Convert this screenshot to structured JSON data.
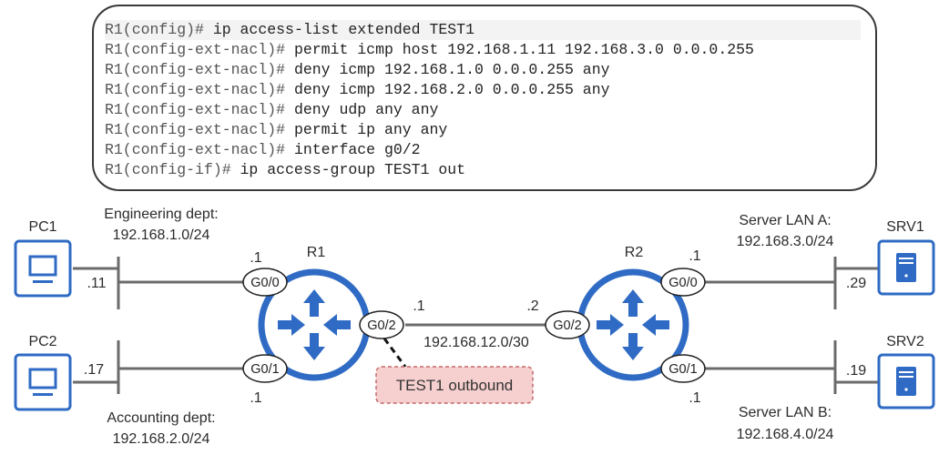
{
  "cli": {
    "lines": [
      {
        "prompt": "R1(config)#",
        "command": " ip access-list extended TEST1"
      },
      {
        "prompt": "R1(config-ext-nacl)#",
        "command": " permit icmp host 192.168.1.11 192.168.3.0 0.0.0.255"
      },
      {
        "prompt": "R1(config-ext-nacl)#",
        "command": " deny icmp 192.168.1.0 0.0.0.255 any"
      },
      {
        "prompt": "R1(config-ext-nacl)#",
        "command": " deny icmp 192.168.2.0 0.0.0.255 any"
      },
      {
        "prompt": "R1(config-ext-nacl)#",
        "command": " deny udp any any"
      },
      {
        "prompt": "R1(config-ext-nacl)#",
        "command": " permit ip any any"
      },
      {
        "prompt": "R1(config-ext-nacl)#",
        "command": " interface g0/2"
      },
      {
        "prompt": "R1(config-if)#",
        "command": " ip access-group TEST1 out"
      }
    ]
  },
  "colors": {
    "device_blue": "#2f6bc4",
    "line_gray": "#6b6b6b",
    "acl_fill": "#f6cfcf",
    "acl_border": "#c46a6a"
  },
  "hosts": {
    "pc1": {
      "name": "PC1",
      "host_ip": ".11",
      "icon": "pc-monitor-icon"
    },
    "pc2": {
      "name": "PC2",
      "host_ip": ".17",
      "icon": "pc-monitor-icon"
    },
    "srv1": {
      "name": "SRV1",
      "host_ip": ".29",
      "icon": "server-icon"
    },
    "srv2": {
      "name": "SRV2",
      "host_ip": ".19",
      "icon": "server-icon"
    }
  },
  "lans": {
    "engineering": {
      "name": "Engineering dept:",
      "subnet": "192.168.1.0/24"
    },
    "accounting": {
      "name": "Accounting dept:",
      "subnet": "192.168.2.0/24"
    },
    "server_a": {
      "name": "Server LAN A:",
      "subnet": "192.168.3.0/24"
    },
    "server_b": {
      "name": "Server LAN B:",
      "subnet": "192.168.4.0/24"
    },
    "transit": {
      "subnet": "192.168.12.0/30"
    }
  },
  "routers": {
    "r1": {
      "name": "R1",
      "icon": "router-icon",
      "g00": {
        "label": "G0/0",
        "ip": ".1"
      },
      "g01": {
        "label": "G0/1",
        "ip": ".1"
      },
      "g02": {
        "label": "G0/2",
        "ip": ".1"
      }
    },
    "r2": {
      "name": "R2",
      "icon": "router-icon",
      "g00": {
        "label": "G0/0",
        "ip": ".1"
      },
      "g01": {
        "label": "G0/1",
        "ip": ".1"
      },
      "g02": {
        "label": "G0/2",
        "ip": ".2"
      }
    }
  },
  "acl_callout": {
    "label": "TEST1 outbound"
  }
}
